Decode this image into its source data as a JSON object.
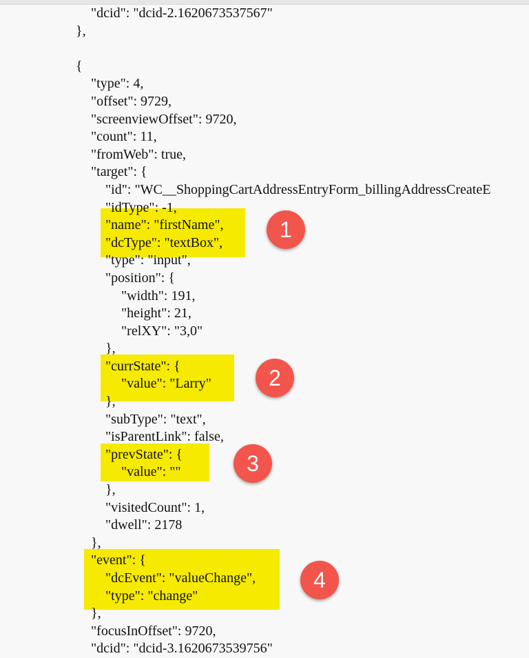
{
  "lines": [
    {
      "indent": 2,
      "text": "\"dcid\": \"dcid-2.1620673537567\""
    },
    {
      "indent": 1,
      "text": "},"
    },
    {
      "indent": 1,
      "text": ""
    },
    {
      "indent": 1,
      "text": "{"
    },
    {
      "indent": 2,
      "text": "\"type\": 4,"
    },
    {
      "indent": 2,
      "text": "\"offset\": 9729,"
    },
    {
      "indent": 2,
      "text": "\"screenviewOffset\": 9720,"
    },
    {
      "indent": 2,
      "text": "\"count\": 11,"
    },
    {
      "indent": 2,
      "text": "\"fromWeb\": true,"
    },
    {
      "indent": 2,
      "text": "\"target\": {"
    },
    {
      "indent": 3,
      "text": "\"id\": \"WC__ShoppingCartAddressEntryForm_billingAddressCreateE"
    },
    {
      "indent": 3,
      "text": "\"idType\": -1,"
    },
    {
      "indent": 3,
      "text": "\"name\": \"firstName\","
    },
    {
      "indent": 3,
      "text": "\"dcType\": \"textBox\","
    },
    {
      "indent": 3,
      "text": "\"type\": \"input\","
    },
    {
      "indent": 3,
      "text": "\"position\": {"
    },
    {
      "indent": 4,
      "text": "\"width\": 191,"
    },
    {
      "indent": 4,
      "text": "\"height\": 21,"
    },
    {
      "indent": 4,
      "text": "\"relXY\": \"3,0\""
    },
    {
      "indent": 3,
      "text": "},"
    },
    {
      "indent": 3,
      "text": "\"currState\": {"
    },
    {
      "indent": 4,
      "text": "\"value\": \"Larry\""
    },
    {
      "indent": 3,
      "text": "},"
    },
    {
      "indent": 3,
      "text": "\"subType\": \"text\","
    },
    {
      "indent": 3,
      "text": "\"isParentLink\": false,"
    },
    {
      "indent": 3,
      "text": "\"prevState\": {"
    },
    {
      "indent": 4,
      "text": "\"value\": \"\""
    },
    {
      "indent": 3,
      "text": "},"
    },
    {
      "indent": 3,
      "text": "\"visitedCount\": 1,"
    },
    {
      "indent": 3,
      "text": "\"dwell\": 2178"
    },
    {
      "indent": 2,
      "text": "},"
    },
    {
      "indent": 2,
      "text": "\"event\": {"
    },
    {
      "indent": 3,
      "text": "\"dcEvent\": \"valueChange\","
    },
    {
      "indent": 3,
      "text": "\"type\": \"change\""
    },
    {
      "indent": 2,
      "text": "},"
    },
    {
      "indent": 2,
      "text": "\"focusInOffset\": 9720,"
    },
    {
      "indent": 2,
      "text": "\"dcid\": \"dcid-3.1620673539756\""
    }
  ],
  "annotations": [
    "1",
    "2",
    "3",
    "4"
  ],
  "colors": {
    "highlight": "#f6ea00",
    "badge": "#f2554b",
    "background": "#f8f8f8"
  }
}
